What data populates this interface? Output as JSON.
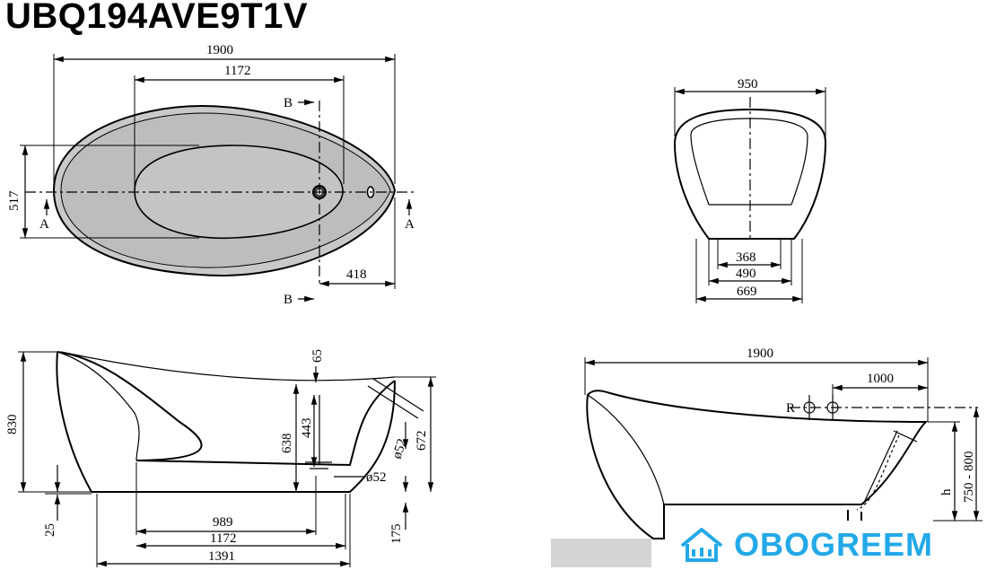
{
  "title": "UBQ194AVE9T1V",
  "watermark": {
    "text": "OBOGREEM",
    "color": "#23a9e8"
  },
  "top_view": {
    "overall_length": "1900",
    "inner_length": "1172",
    "width": "517",
    "drain_offset": "418",
    "section_b": "B",
    "section_a": "A"
  },
  "end_view": {
    "width": "950",
    "base_inner": "368",
    "base_mid": "490",
    "base_outer": "669"
  },
  "side_section": {
    "height": "830",
    "top_step": "65",
    "inner_depth": "638",
    "drain_height": "443",
    "rim_height": "672",
    "hole_upper": "ø52",
    "hole_lower": "ø52",
    "foot_height": "25",
    "right_foot_height": "175",
    "base_length": "989",
    "inner_length": "1172",
    "overall_base": "1391"
  },
  "side_view": {
    "overall_length": "1900",
    "faucet_offset": "1000",
    "faucet_label": "R",
    "h_label": "h",
    "range": "750 - 800"
  }
}
